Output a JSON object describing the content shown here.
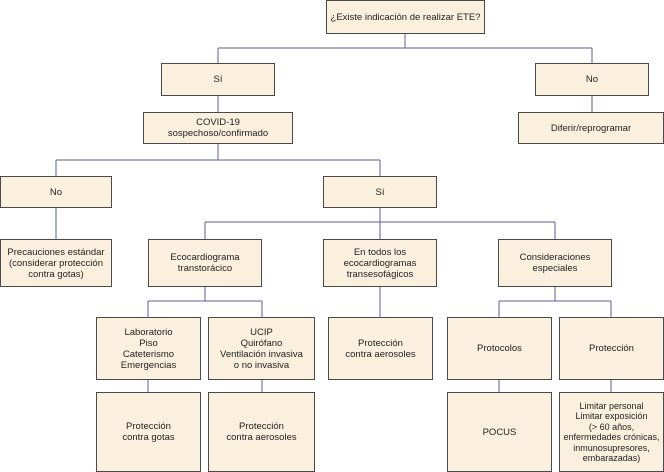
{
  "nodes": {
    "root": "¿Existe indicación de realizar ETE?",
    "yes_top": "Sí",
    "no_top": "No",
    "covid": "COVID-19 sospechoso/confirmado",
    "defer": "Diferir/reprogramar",
    "covid_no": "No",
    "covid_yes": "Sí",
    "standard": "Precauciones estándar\n(considerar protección\ncontra gotas)",
    "tte": "Ecocardiograma\ntranstorácico",
    "tee_all": "En todos los\necocardiogramas\ntransesofágicos",
    "special": "Consideraciones\nespeciales",
    "lab": "Laboratorio\nPiso\nCateterismo\nEmergencias",
    "ucip": "UCIP\nQuirófano\nVentilación invasiva\no no invasiva",
    "aerosol_tee": "Protección\ncontra aerosoles",
    "protocols": "Protocolos",
    "protection": "Protección",
    "droplets": "Protección\ncontra gotas",
    "aerosol_ucip": "Protección\ncontra aerosoles",
    "pocus": "POCUS",
    "limit": "Limitar personal\nLimitar exposición\n(> 60 años,\nenfermedades crónicas,\ninmunosupresores,\nembarazadas)"
  }
}
